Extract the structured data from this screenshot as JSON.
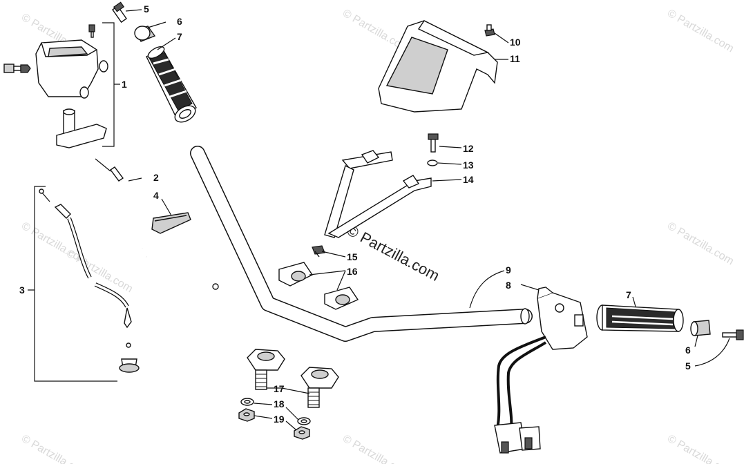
{
  "watermarks": {
    "corner": "© Partzilla.com",
    "center": "© Partzilla.com"
  },
  "labels": [
    {
      "id": "1",
      "text": "1"
    },
    {
      "id": "2",
      "text": "2"
    },
    {
      "id": "3",
      "text": "3"
    },
    {
      "id": "4",
      "text": "4"
    },
    {
      "id": "5a",
      "text": "5"
    },
    {
      "id": "6a",
      "text": "6"
    },
    {
      "id": "7a",
      "text": "7"
    },
    {
      "id": "8",
      "text": "8"
    },
    {
      "id": "9",
      "text": "9"
    },
    {
      "id": "10",
      "text": "10"
    },
    {
      "id": "11",
      "text": "11"
    },
    {
      "id": "12",
      "text": "12"
    },
    {
      "id": "13",
      "text": "13"
    },
    {
      "id": "14",
      "text": "14"
    },
    {
      "id": "15",
      "text": "15"
    },
    {
      "id": "16",
      "text": "16"
    },
    {
      "id": "7b",
      "text": "7"
    },
    {
      "id": "6b",
      "text": "6"
    },
    {
      "id": "5b",
      "text": "5"
    },
    {
      "id": "17",
      "text": "17"
    },
    {
      "id": "18",
      "text": "18"
    },
    {
      "id": "19",
      "text": "19"
    }
  ],
  "colors": {
    "line": "#111111",
    "watermark": "#d9d9d9",
    "part_fill": "#ffffff",
    "grip_fill": "#333333"
  }
}
